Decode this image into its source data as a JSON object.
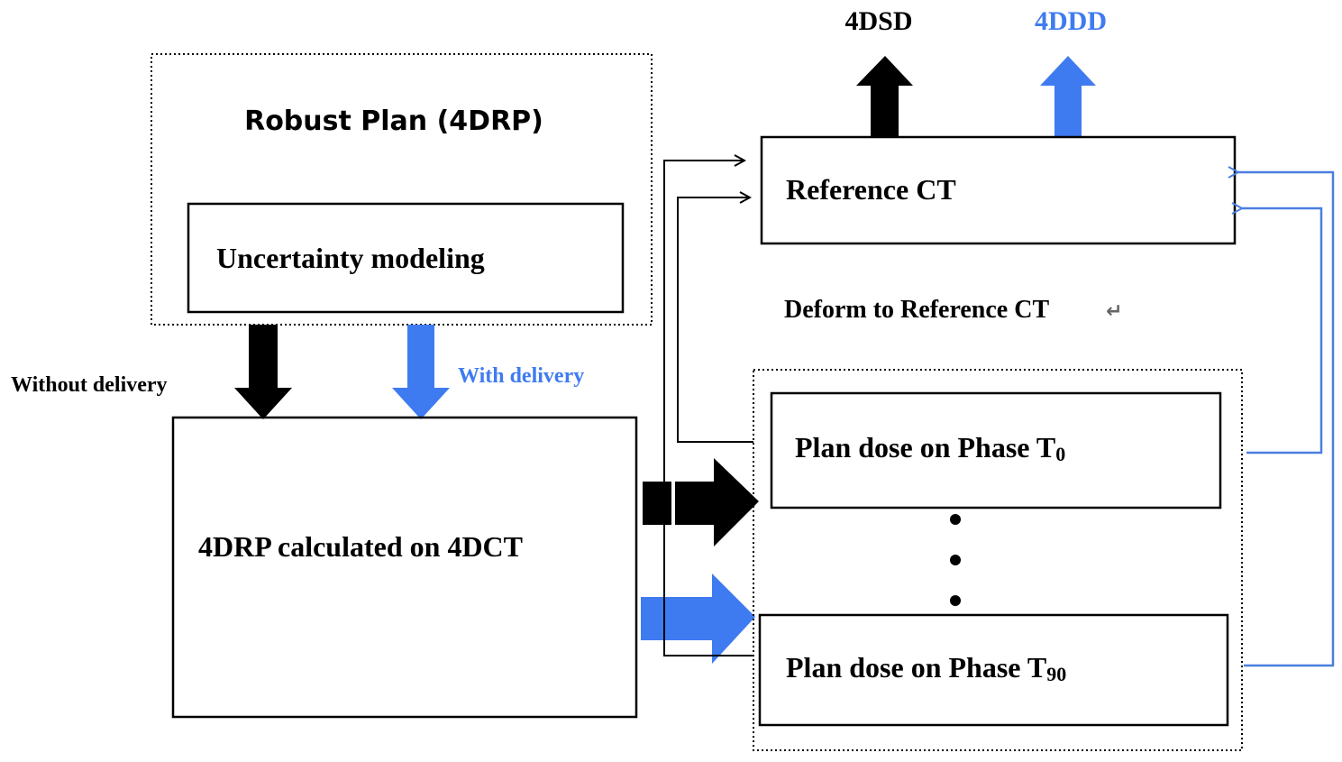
{
  "colors": {
    "ink": "#000000",
    "accent_blue": "#3f7bf0",
    "line_blue": "#4a7fe0"
  },
  "outputs": {
    "sd_label": "4DSD",
    "dd_label": "4DDD"
  },
  "robust_plan": {
    "title": "Robust Plan (4DRP)",
    "uncertainty_label": "Uncertainty modeling"
  },
  "flows": {
    "without_delivery": "Without delivery",
    "with_delivery": "With delivery"
  },
  "calc_box": {
    "label": "4DRP calculated on 4DCT"
  },
  "reference": {
    "label": "Reference CT",
    "deform_label": "Deform to Reference CT",
    "deform_mark": "↵"
  },
  "phases": {
    "first": {
      "label": "Plan dose on Phase T",
      "subscript": "0"
    },
    "last": {
      "label": "Plan dose on Phase T",
      "subscript": "90"
    },
    "ellipsis": "⋮"
  }
}
